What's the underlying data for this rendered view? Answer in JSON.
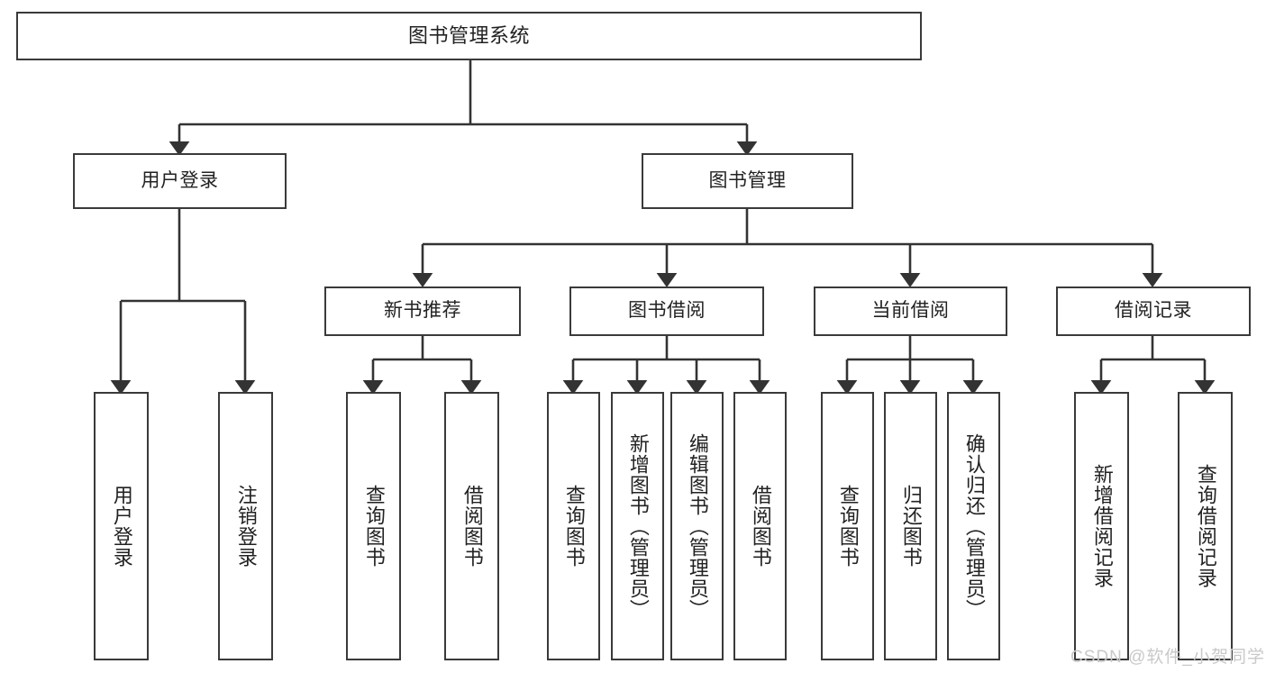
{
  "diagram": {
    "title": "图书管理系统",
    "type": "tree-hierarchy-chart",
    "root": {
      "label": "图书管理系统"
    },
    "level2": [
      {
        "id": "user-login",
        "label": "用户登录"
      },
      {
        "id": "book-management",
        "label": "图书管理"
      }
    ],
    "level3": [
      {
        "id": "new-book-recommend",
        "label": "新书推荐"
      },
      {
        "id": "book-borrow",
        "label": "图书借阅"
      },
      {
        "id": "current-borrow",
        "label": "当前借阅"
      },
      {
        "id": "borrow-record",
        "label": "借阅记录"
      }
    ],
    "leaves": {
      "user_login": [
        {
          "id": "leaf-user-login",
          "label": "用户登录"
        },
        {
          "id": "leaf-logout-login",
          "label": "注销登录"
        }
      ],
      "new_book_recommend": [
        {
          "id": "leaf-query-book-1",
          "label": "查询图书"
        },
        {
          "id": "leaf-borrow-book-1",
          "label": "借阅图书"
        }
      ],
      "book_borrow": [
        {
          "id": "leaf-query-book-2",
          "label": "查询图书"
        },
        {
          "id": "leaf-add-book",
          "label": "新增图书（管理员）"
        },
        {
          "id": "leaf-edit-book",
          "label": "编辑图书（管理员）"
        },
        {
          "id": "leaf-borrow-book-2",
          "label": "借阅图书"
        }
      ],
      "current_borrow": [
        {
          "id": "leaf-query-book-3",
          "label": "查询图书"
        },
        {
          "id": "leaf-return-book",
          "label": "归还图书"
        },
        {
          "id": "leaf-confirm-return",
          "label": "确认归还（管理员）"
        }
      ],
      "borrow_record": [
        {
          "id": "leaf-add-record",
          "label": "新增借阅记录"
        },
        {
          "id": "leaf-query-record",
          "label": "查询借阅记录"
        }
      ]
    }
  },
  "watermark": {
    "text": "CSDN @软件_小贺同学"
  },
  "colors": {
    "border": "#3a3a3a",
    "text": "#222222",
    "background": "#ffffff",
    "watermark": "#c9c9c9"
  }
}
